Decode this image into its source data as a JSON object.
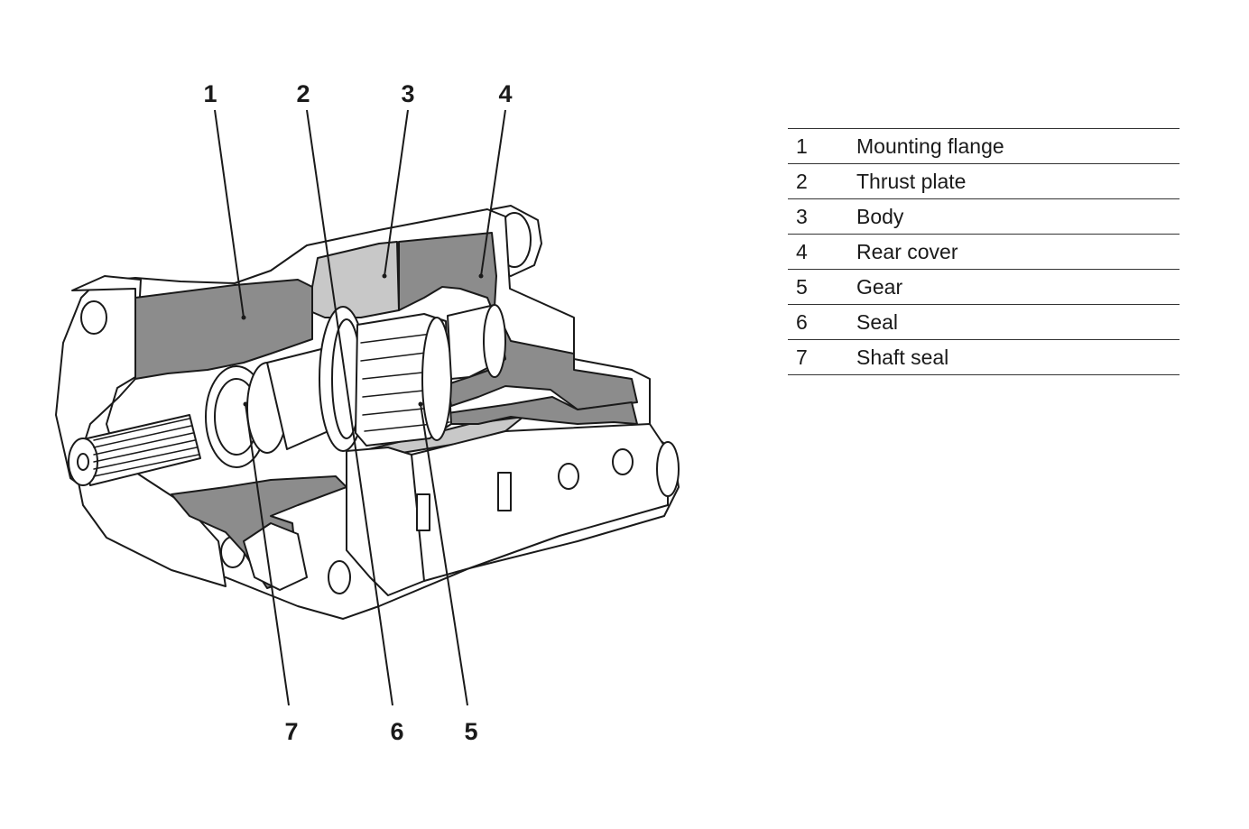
{
  "callouts_top": [
    {
      "number": "1"
    },
    {
      "number": "2"
    },
    {
      "number": "3"
    },
    {
      "number": "4"
    }
  ],
  "callouts_bottom": [
    {
      "number": "7"
    },
    {
      "number": "6"
    },
    {
      "number": "5"
    }
  ],
  "legend": {
    "rows": [
      {
        "number": "1",
        "label": "Mounting flange"
      },
      {
        "number": "2",
        "label": "Thrust plate"
      },
      {
        "number": "3",
        "label": "Body"
      },
      {
        "number": "4",
        "label": "Rear cover"
      },
      {
        "number": "5",
        "label": "Gear"
      },
      {
        "number": "6",
        "label": "Seal"
      },
      {
        "number": "7",
        "label": "Shaft seal"
      }
    ]
  },
  "colors": {
    "section_fill": "#8c8c8c",
    "body_fill": "#c8c8c8",
    "line": "#1a1a1a"
  }
}
